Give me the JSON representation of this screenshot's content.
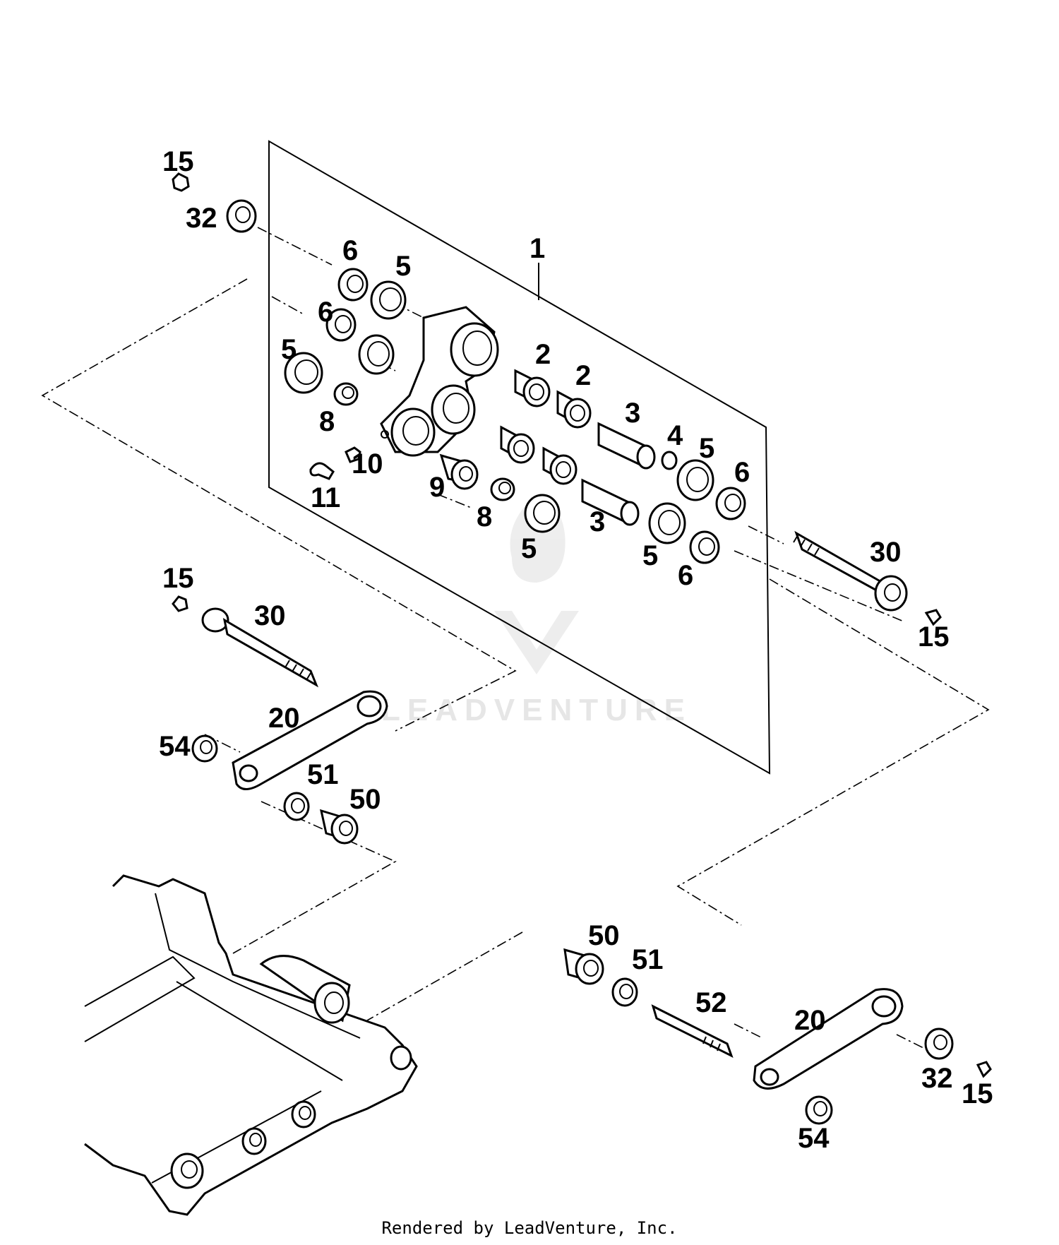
{
  "callouts": [
    {
      "id": "c15a",
      "text": "15"
    },
    {
      "id": "c32a",
      "text": "32"
    },
    {
      "id": "c1",
      "text": "1"
    },
    {
      "id": "c6a",
      "text": "6"
    },
    {
      "id": "c5a",
      "text": "5"
    },
    {
      "id": "c6b",
      "text": "6"
    },
    {
      "id": "c5b",
      "text": "5"
    },
    {
      "id": "c8a",
      "text": "8"
    },
    {
      "id": "c2a",
      "text": "2"
    },
    {
      "id": "c2b",
      "text": "2"
    },
    {
      "id": "c3a",
      "text": "3"
    },
    {
      "id": "c4",
      "text": "4"
    },
    {
      "id": "c5c",
      "text": "5"
    },
    {
      "id": "c6c",
      "text": "6"
    },
    {
      "id": "c10",
      "text": "10"
    },
    {
      "id": "c11",
      "text": "11"
    },
    {
      "id": "c9",
      "text": "9"
    },
    {
      "id": "c8b",
      "text": "8"
    },
    {
      "id": "c3b",
      "text": "3"
    },
    {
      "id": "c5d",
      "text": "5"
    },
    {
      "id": "c5e",
      "text": "5"
    },
    {
      "id": "c6d",
      "text": "6"
    },
    {
      "id": "c30a",
      "text": "30"
    },
    {
      "id": "c15b",
      "text": "15"
    },
    {
      "id": "c15c",
      "text": "15"
    },
    {
      "id": "c30b",
      "text": "30"
    },
    {
      "id": "c20a",
      "text": "20"
    },
    {
      "id": "c54a",
      "text": "54"
    },
    {
      "id": "c51a",
      "text": "51"
    },
    {
      "id": "c50a",
      "text": "50"
    },
    {
      "id": "c50b",
      "text": "50"
    },
    {
      "id": "c51b",
      "text": "51"
    },
    {
      "id": "c52",
      "text": "52"
    },
    {
      "id": "c20b",
      "text": "20"
    },
    {
      "id": "c32b",
      "text": "32"
    },
    {
      "id": "c15d",
      "text": "15"
    },
    {
      "id": "c54b",
      "text": "54"
    }
  ],
  "watermark": "LEADVENTURE",
  "footer": "Rendered by LeadVenture, Inc."
}
